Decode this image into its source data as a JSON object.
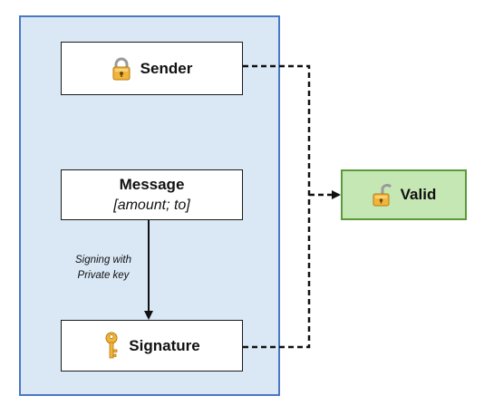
{
  "nodes": {
    "sender": {
      "label": "Sender",
      "icon": "padlock-locked-icon"
    },
    "message": {
      "label": "Message",
      "sublabel": "[amount; to]"
    },
    "signature": {
      "label": "Signature",
      "icon": "key-icon"
    },
    "valid": {
      "label": "Valid",
      "icon": "padlock-open-icon"
    }
  },
  "edges": {
    "signing": {
      "label_line1": "Signing with",
      "label_line2": "Private key"
    }
  },
  "colors": {
    "container_fill": "#dae8f6",
    "container_border": "#4a78c4",
    "valid_fill": "#c5e7b4",
    "valid_border": "#5a9a3c"
  }
}
